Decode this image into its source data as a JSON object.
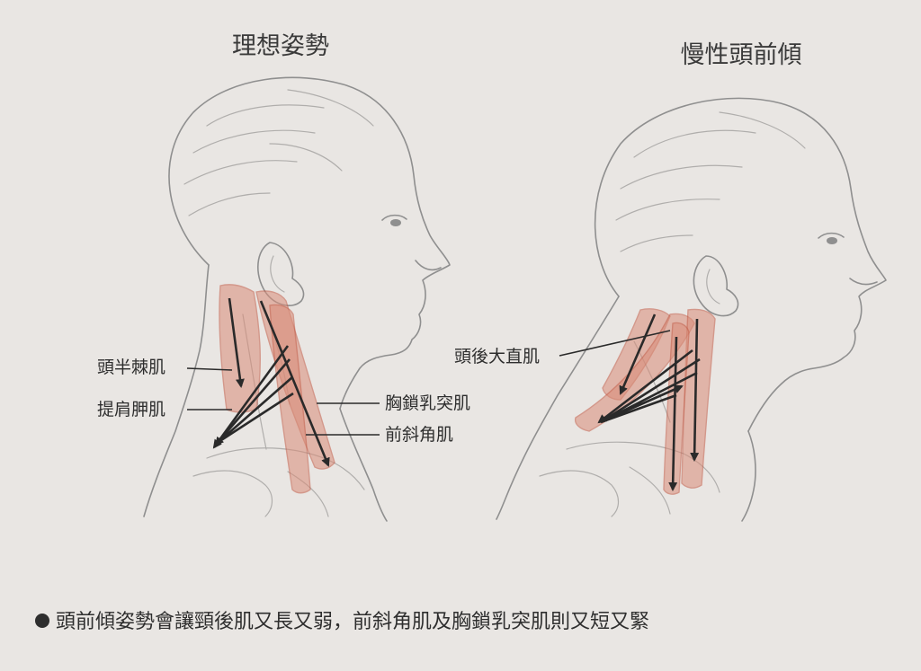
{
  "figures": [
    {
      "title": "理想姿勢"
    },
    {
      "title": "慢性頭前傾"
    }
  ],
  "labels": {
    "semispinalis": "頭半棘肌",
    "levator_scapulae": "提肩胛肌",
    "sternocleidomastoid": "胸鎖乳突肌",
    "anterior_scalene": "前斜角肌",
    "rectus_capitis_posterior_major": "頭後大直肌"
  },
  "caption": "頭前傾姿勢會讓頸後肌又長又弱，前斜角肌及胸鎖乳突肌則又短又緊",
  "colors": {
    "muscle": "#d98c78",
    "sketch": "#8f8f8f",
    "arrow": "#2a2a2a"
  }
}
